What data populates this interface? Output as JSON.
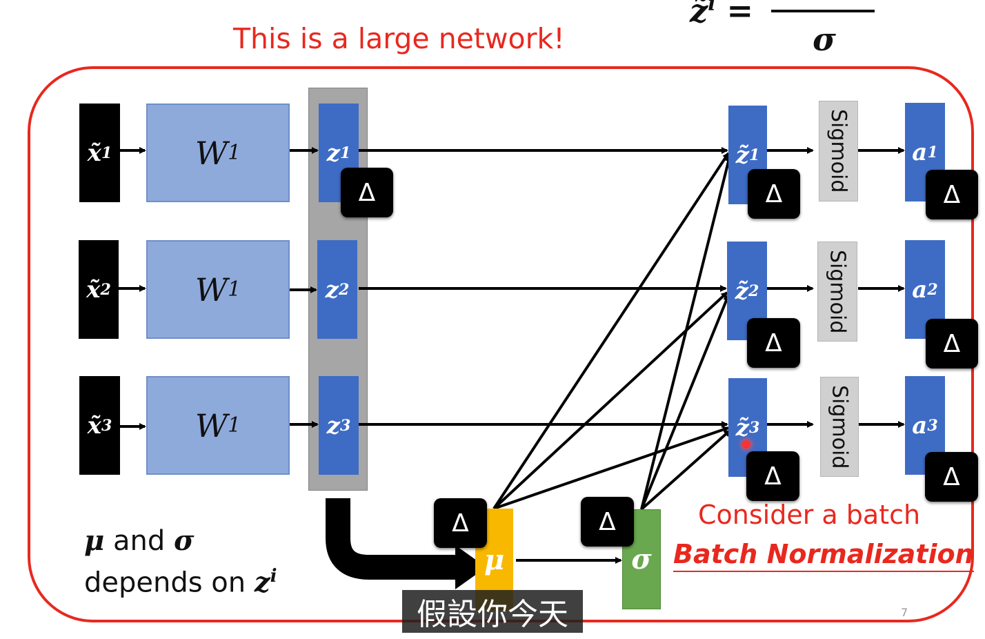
{
  "title": "This is a large network!",
  "formula": {
    "lhs": "z̃",
    "lhs_sup": "i",
    "equals": "=",
    "denominator": "σ"
  },
  "inputs": [
    {
      "symbol": "x̃",
      "sup": "1"
    },
    {
      "symbol": "x̃",
      "sup": "2"
    },
    {
      "symbol": "x̃",
      "sup": "3"
    }
  ],
  "weights": [
    {
      "symbol": "W",
      "sup": "1"
    },
    {
      "symbol": "W",
      "sup": "1"
    },
    {
      "symbol": "W",
      "sup": "1"
    }
  ],
  "z": [
    {
      "symbol": "z",
      "sup": "1"
    },
    {
      "symbol": "z",
      "sup": "2"
    },
    {
      "symbol": "z",
      "sup": "3"
    }
  ],
  "z_tilde": [
    {
      "symbol": "z̃",
      "sup": "1"
    },
    {
      "symbol": "z̃",
      "sup": "2"
    },
    {
      "symbol": "z̃",
      "sup": "3"
    }
  ],
  "sigmoid_label": "Sigmoid",
  "a": [
    {
      "symbol": "a",
      "sup": "1"
    },
    {
      "symbol": "a",
      "sup": "2"
    },
    {
      "symbol": "a",
      "sup": "3"
    }
  ],
  "delta_symbol": "Δ",
  "mu_label": "μ",
  "sigma_label": "σ",
  "note": {
    "mu": "μ",
    "and": " and ",
    "sigma": "σ",
    "depends": "depends on ",
    "z": "z",
    "z_sup": "i"
  },
  "consider": "Consider a batch",
  "batch_norm": "Batch Normalization",
  "subtitle": "假設你今天",
  "page_number": "7",
  "colors": {
    "accent_red": "#e8281e",
    "node_blue": "#3e6cc4",
    "weight_blue": "#8eaadb",
    "mu_yellow": "#f8b800",
    "sigma_green": "#6aa84f"
  }
}
